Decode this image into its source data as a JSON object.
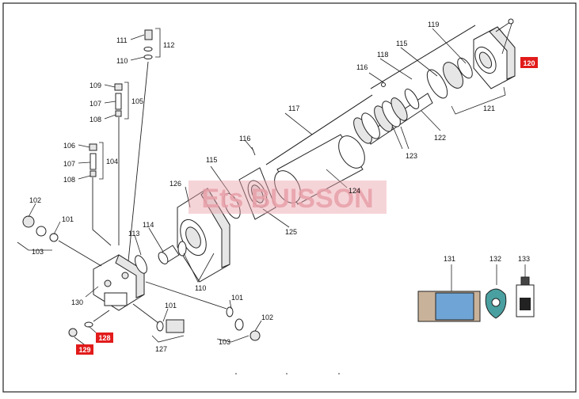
{
  "watermark": "Ets BUISSON",
  "colors": {
    "highlight": "#e21b1b",
    "watermark": "#e8a0a8",
    "frame": "#222222",
    "kit_fill": "#6fa5d6"
  },
  "labels": {
    "l111": "111",
    "l112": "112",
    "l110a": "110",
    "l109": "109",
    "l107a": "107",
    "l105": "105",
    "l108a": "108",
    "l106": "106",
    "l107b": "107",
    "l104": "104",
    "l108b": "108",
    "l102a": "102",
    "l101a": "101",
    "l103a": "103",
    "l113": "113",
    "l114": "114",
    "l130": "130",
    "l110b": "110",
    "l126": "126",
    "l115a": "115",
    "l116a": "116",
    "l117": "117",
    "l124": "124",
    "l125": "125",
    "l116b": "116",
    "l118": "118",
    "l115b": "115",
    "l119": "119",
    "l122": "122",
    "l123": "123",
    "l121": "121",
    "l101b": "101",
    "l127": "127",
    "l101c": "101",
    "l102b": "102",
    "l103b": "103",
    "l131": "131",
    "l132": "132",
    "l133": "133"
  },
  "highlighted": {
    "h120": "120",
    "h128": "128",
    "h129": "129"
  }
}
